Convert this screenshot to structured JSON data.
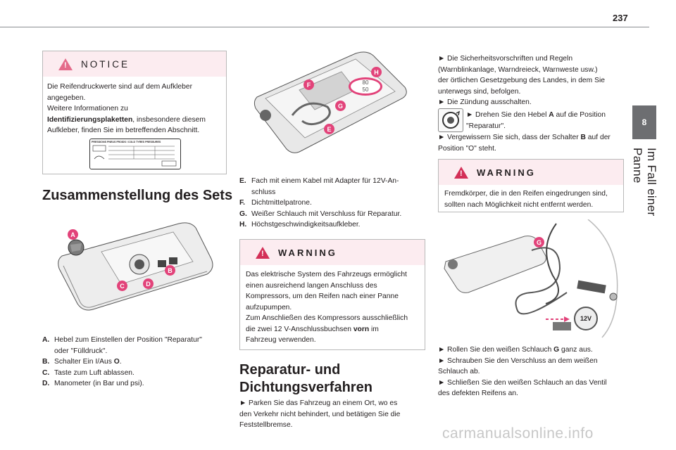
{
  "page": {
    "number": "237",
    "chapter_tab": "8",
    "chapter_title": "Im Fall einer Panne"
  },
  "notice": {
    "title": "NOTICE",
    "line1": "Die Reifendruckwerte sind auf dem Aufkleber",
    "line2": "angegeben.",
    "line3": "Weitere Informationen zu",
    "line4_bold": "Identifizierungsplaketten",
    "line4_rest": ", insbesondere diesem",
    "line5": "Aufkleber, finden Sie im betreffenden Abschnitt.",
    "label_image": {
      "heading": "PRESSIONS PNEUS FROIDS / COLD TYRES PRESSURES"
    }
  },
  "set_section": {
    "heading": "Zusammenstellung des Sets",
    "callouts": [
      "A",
      "B",
      "C",
      "D"
    ],
    "items": [
      {
        "key": "A.",
        "l1": "Hebel zum Einstellen der Position \"Reparatur\"",
        "l2": "oder \"Fülldruck\"."
      },
      {
        "key": "B.",
        "l1_pre": "Schalter Ein I/Aus ",
        "l1_bold": "O",
        "l1_post": "."
      },
      {
        "key": "C.",
        "l1": "Taste zum Luft ablassen."
      },
      {
        "key": "D.",
        "l1": "Manometer (in Bar und psi)."
      }
    ]
  },
  "middle": {
    "callouts": [
      "E",
      "F",
      "G",
      "H"
    ],
    "gauge_text": [
      "80",
      "50"
    ],
    "items": [
      {
        "key": "E.",
        "l1": "Fach mit einem Kabel mit Adapter für 12V-An-",
        "l2": "schluss"
      },
      {
        "key": "F.",
        "l1": "Dichtmittelpatrone."
      },
      {
        "key": "G.",
        "l1": "Weißer Schlauch mit Verschluss für Reparatur."
      },
      {
        "key": "H.",
        "l1": "Höchstgeschwindigkeitsaufkleber."
      }
    ],
    "warning": {
      "title": "WARNING",
      "lines": [
        "Das elektrische System des Fahrzeugs ermöglicht",
        "einen ausreichend langen Anschluss des",
        "Kompressors, um den Reifen nach einer Panne",
        "aufzupumpen.",
        "Zum Anschließen des Kompressors ausschließlich"
      ],
      "line6_pre": "die zwei 12 V-Anschlussbuchsen ",
      "line6_bold": "vorn",
      "line6_post": " im",
      "line7": "Fahrzeug verwenden."
    },
    "heading_l1": "Reparatur- und",
    "heading_l2": "Dichtungsverfahren",
    "park": [
      "►  Parken Sie das Fahrzeug an einem Ort, wo es",
      "den Verkehr nicht behindert, und betätigen Sie die",
      "Feststellbremse."
    ]
  },
  "right": {
    "p1": [
      "►  Die Sicherheitsvorschriften und Regeln",
      "(Warnblinkanlage, Warndreieck, Warnweste usw.)",
      "der örtlichen Gesetzgebung des Landes, in dem Sie",
      "unterwegs sind, befolgen.",
      "►  Die Zündung ausschalten."
    ],
    "lever_pre": "►  Drehen Sie den Hebel ",
    "lever_bold": "A",
    "lever_post": " auf die Position",
    "lever_l2": "\"Reparatur\".",
    "switch_pre": "►  Vergewissern Sie sich, dass der Schalter ",
    "switch_bold": "B",
    "switch_post": " auf der",
    "switch_l2": "Position \"O\" steht.",
    "warning": {
      "title": "WARNING",
      "l1": "Fremdkörper, die in den Reifen eingedrungen sind,",
      "l2": "sollten nach Möglichkeit nicht entfernt werden."
    },
    "callout": "G",
    "socket_label": "12V",
    "s1_pre": "►  Rollen Sie den weißen Schlauch ",
    "s1_bold": "G",
    "s1_post": " ganz aus.",
    "s2": [
      "►  Schrauben Sie den Verschluss an dem weißen",
      "Schlauch ab.",
      "►  Schließen Sie den weißen Schlauch an das Ventil",
      "des defekten Reifens an."
    ]
  },
  "watermark": "carmanualsonline.info"
}
